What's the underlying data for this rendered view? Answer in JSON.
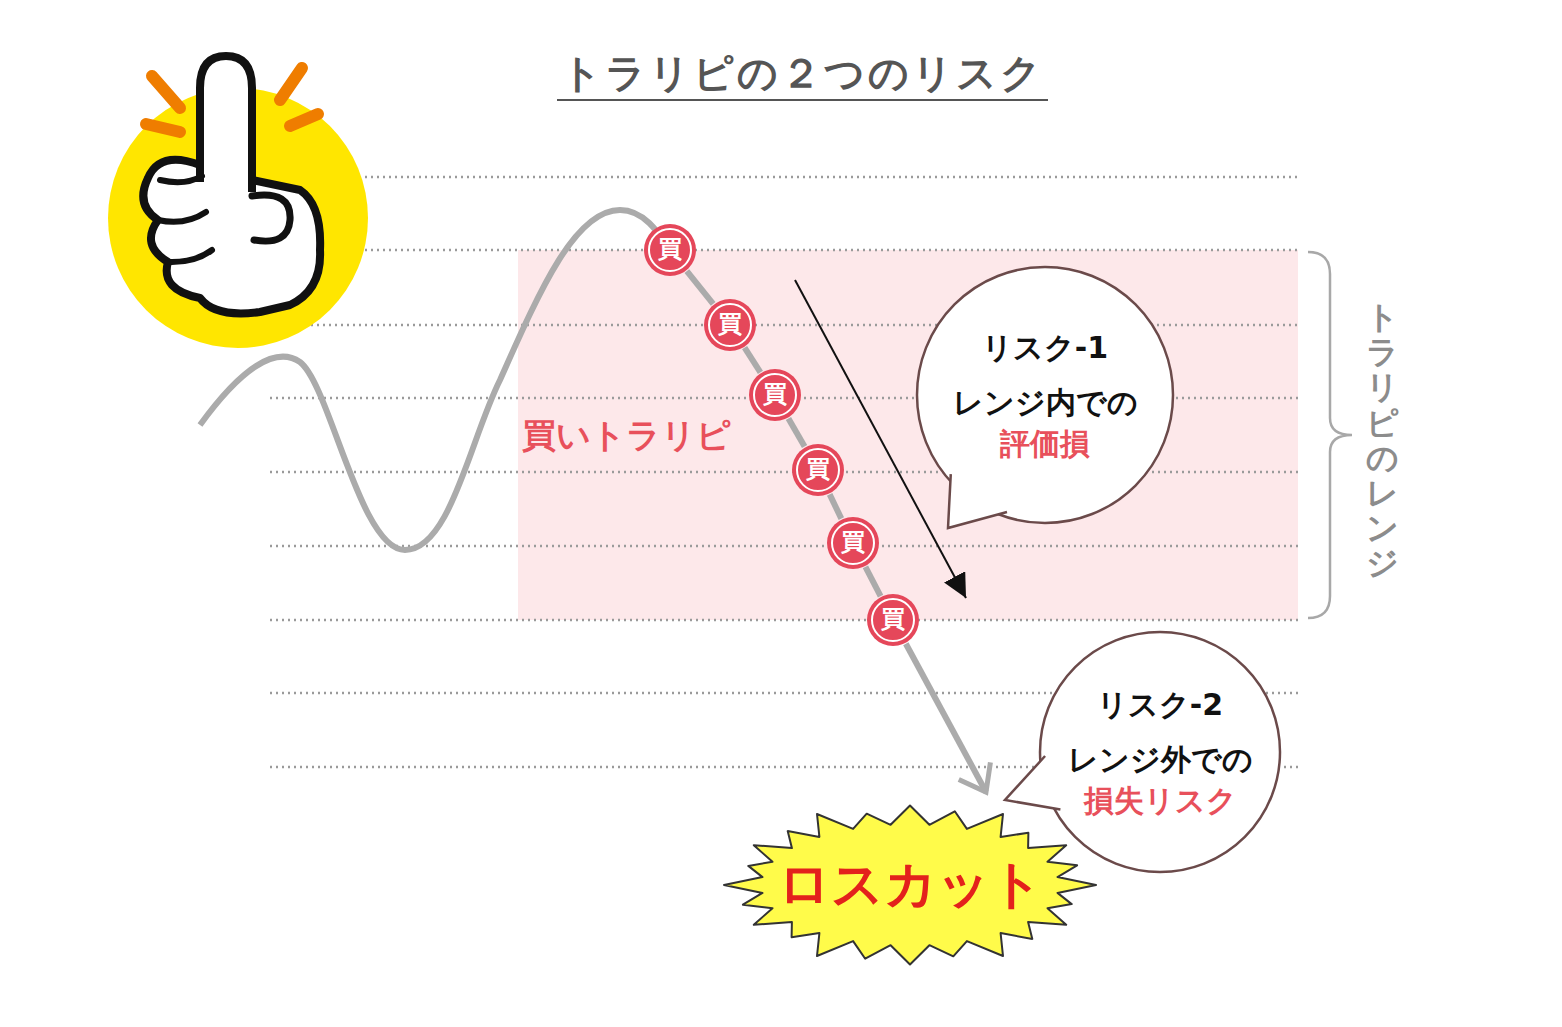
{
  "diagram": {
    "title": "トラリピの２つのリスク",
    "nodes": [
      {
        "text": [
          "買いトラリピ"
        ]
      },
      {
        "text": [
          "買"
        ]
      },
      {
        "text": [
          "買"
        ]
      },
      {
        "text": [
          "買"
        ]
      },
      {
        "text": [
          "買"
        ]
      },
      {
        "text": [
          "買"
        ]
      },
      {
        "text": [
          "買"
        ]
      },
      {
        "text": [
          "リスク-1",
          "レンジ内での",
          "評価損"
        ]
      },
      {
        "text": [
          "リスク-2",
          "レンジ外での",
          "損失リスク"
        ]
      },
      {
        "text": [
          "ロスカット"
        ]
      }
    ],
    "edges": [
      {
        "from": 1,
        "to": 2,
        "arrow": "none"
      },
      {
        "from": 2,
        "to": 3,
        "arrow": "none"
      },
      {
        "from": 3,
        "to": 4,
        "arrow": "none"
      },
      {
        "from": 4,
        "to": 5,
        "arrow": "none"
      },
      {
        "from": 5,
        "to": 6,
        "arrow": "none"
      },
      {
        "from": 6,
        "to": 9,
        "arrow": "to"
      }
    ],
    "labels": [
      "トラリピのレンジ"
    ]
  }
}
